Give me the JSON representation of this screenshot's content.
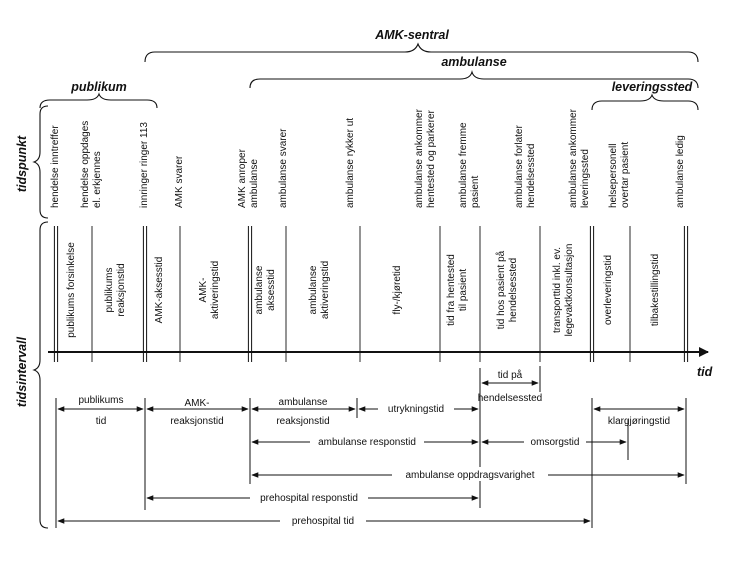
{
  "groups": {
    "amk_sentral": "AMK-sentral",
    "ambulanse": "ambulanse",
    "publikum": "publikum",
    "leveringssted": "leveringssted"
  },
  "side_labels": {
    "tidspunkt": "tidspunkt",
    "tidsintervall": "tidsintervall",
    "tid": "tid"
  },
  "time_points": [
    [
      "hendelse inntreffer"
    ],
    [
      "hendelse oppdages",
      "el. erkjennes"
    ],
    [
      "innringer ringer 113"
    ],
    [
      "AMK svarer"
    ],
    [
      "AMK anroper",
      "ambulanse"
    ],
    [
      "ambulanse svarer"
    ],
    [
      "ambulanse rykker ut"
    ],
    [
      "ambulanse ankommer",
      "hentested og parkerer"
    ],
    [
      "ambulanse fremme",
      "pasient"
    ],
    [
      "ambulanse forlater",
      "hendelsessted"
    ],
    [
      "ambulanse ankommer",
      "leveringssted"
    ],
    [
      "helsepersonell",
      "overtar pasient"
    ],
    [
      "ambulanse ledig"
    ]
  ],
  "intervals": [
    [
      "publikums forsinkelse"
    ],
    [
      "publikums",
      "reaksjonstid"
    ],
    [
      "AMK-aksesstid"
    ],
    [
      "AMK-",
      "aktiveringstid"
    ],
    [
      "ambulanse",
      "aksesstid"
    ],
    [
      "ambulanse",
      "aktiveringstid"
    ],
    [
      "fly-/kjøretid"
    ],
    [
      "tid fra hentested",
      "til pasient"
    ],
    [
      "tid hos pasient på",
      "hendelsessted"
    ],
    [
      "transporttid inkl. ev.",
      "legevaktkonsultasjon"
    ],
    [
      "overleveringstid"
    ],
    [
      "tilbakestillingstid"
    ]
  ],
  "spans": {
    "tid_pa": [
      "tid på",
      "hendelsessted"
    ],
    "publikums_tid": [
      "publikums",
      "tid"
    ],
    "amk_reaksjonstid": [
      "AMK-",
      "reaksjonstid"
    ],
    "ambulanse_reaksjonstid": [
      "ambulanse",
      "reaksjonstid"
    ],
    "utrykningstid": "utrykningstid",
    "klargjoringstid": "klargjøringstid",
    "ambulanse_responstid": "ambulanse responstid",
    "omsorgstid": "omsorgstid",
    "ambulanse_oppdragsvarighet": "ambulanse oppdragsvarighet",
    "prehospital_responstid": "prehospital responstid",
    "prehospital_tid": "prehospital tid"
  }
}
